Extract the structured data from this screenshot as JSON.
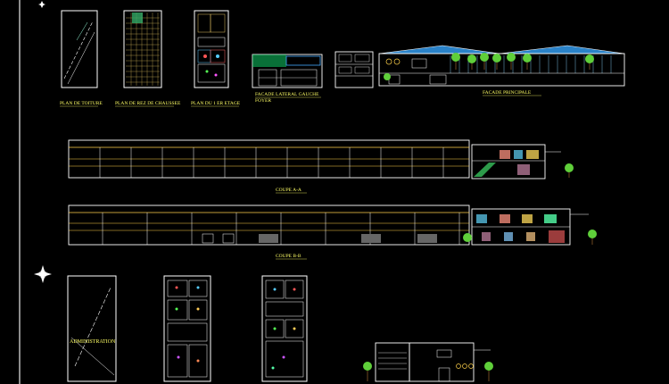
{
  "labels": {
    "plan_toiture": "PLAN DE TOITURE",
    "plan_rdc": "PLAN DE REZ DE CHAUSSEE",
    "plan_etage": "PLAN DU 1 ER ETAGE",
    "facade_laterale": "FACADE LATERAL GAUCHE",
    "foyer": "FOYER",
    "facade_principale": "FACADE PRINCIPALE",
    "coupe_aa": "COUPE A-A",
    "coupe_bb": "COUPE B-B",
    "administration": "ADMINISTRATION"
  },
  "colors": {
    "background": "#000000",
    "linework": "#ffffff",
    "text": "#ffff66",
    "roof": "#4aa3e0",
    "trees": "#6fd14a",
    "floor": "#e0c060"
  },
  "icons": [
    "north-arrow-icon",
    "north-arrow-icon"
  ]
}
